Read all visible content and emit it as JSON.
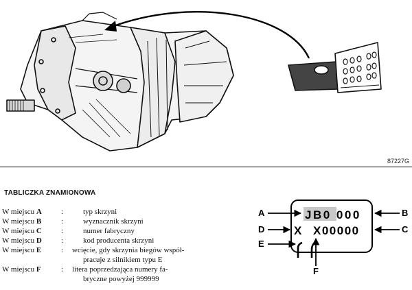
{
  "figure": {
    "ref_code": "87227G"
  },
  "section": {
    "title": "TABLICZKA ZNAMIONOWA"
  },
  "legend": {
    "rows": [
      {
        "prefix": "W miejscu",
        "letter": "A",
        "colon": ":",
        "text": "typ skrzyni"
      },
      {
        "prefix": "W miejscu",
        "letter": "B",
        "colon": ":",
        "text": "wyznacznik skrzyni"
      },
      {
        "prefix": "W miejscu",
        "letter": "C",
        "colon": ":",
        "text": "numer fabryczny"
      },
      {
        "prefix": "W miejscu",
        "letter": "D",
        "colon": ":",
        "text": "kod producenta skrzyni"
      },
      {
        "prefix": "W miejscu",
        "letter": "E",
        "colon": ":",
        "text": "wcięcie, gdy skrzynia biegów współ-",
        "text2": "pracuje z silnikiem typu E"
      },
      {
        "prefix": "W miejscu",
        "letter": "F",
        "colon": ":",
        "text": "litera poprzedzająca numery fa-",
        "text2": "bryczne powyżej  999999"
      }
    ]
  },
  "plate": {
    "labels": {
      "a": "A",
      "b": "B",
      "c": "C",
      "d": "D",
      "e": "E",
      "f": "F"
    },
    "line1": "JB0 000",
    "line2_letter": "X",
    "line2_number": "X00000",
    "highlight_color": "#c8c8c8"
  }
}
